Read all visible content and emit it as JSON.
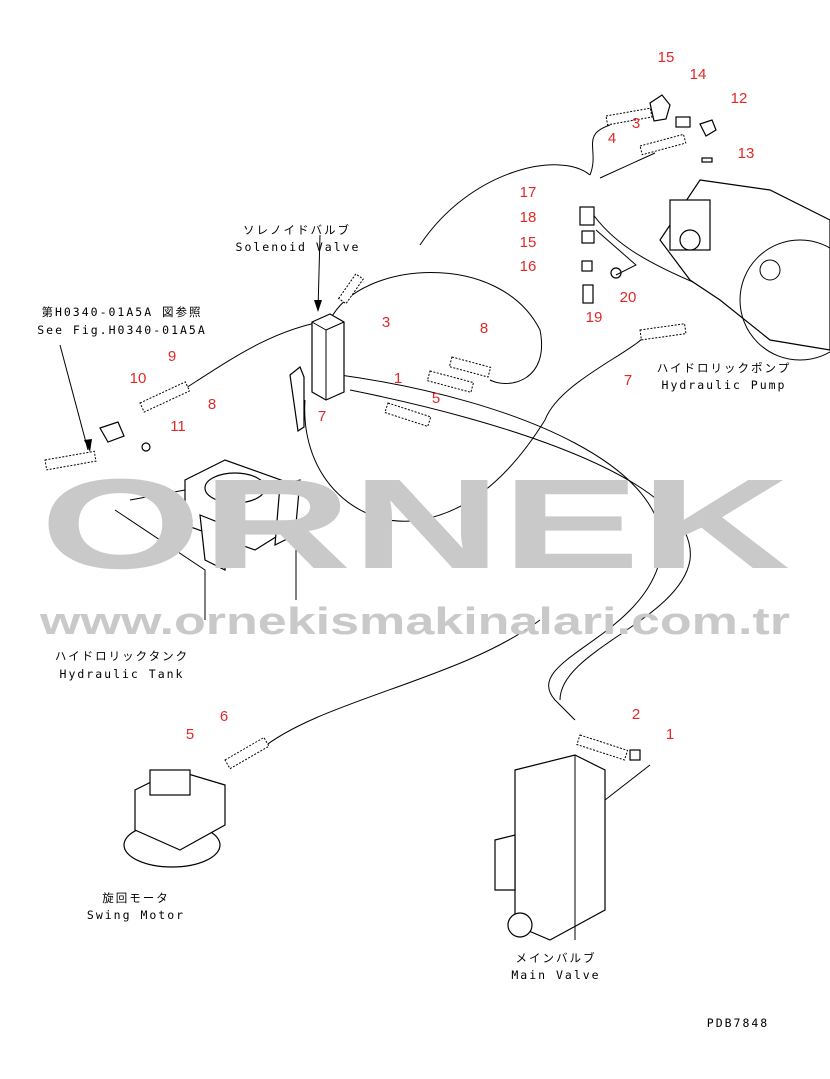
{
  "watermark": {
    "logo": "ORNEK",
    "url": "www.ornekismakinalari.com.tr"
  },
  "labels": {
    "solenoid_jp": "ソレノイドバルブ",
    "solenoid_en": "Solenoid Valve",
    "ref_jp": "第H0340-01A5A 図参照",
    "ref_en": "See Fig.H0340-01A5A",
    "pump_jp": "ハイドロリックポンプ",
    "pump_en": "Hydraulic Pump",
    "tank_jp": "ハイドロリックタンク",
    "tank_en": "Hydraulic Tank",
    "swing_jp": "旋回モータ",
    "swing_en": "Swing Motor",
    "main_jp": "メインバルブ",
    "main_en": "Main Valve",
    "figure_id": "PDB7848"
  },
  "callouts": [
    "15",
    "14",
    "12",
    "3",
    "4",
    "13",
    "17",
    "18",
    "15",
    "16",
    "20",
    "19",
    "3",
    "8",
    "1",
    "7",
    "9",
    "10",
    "8",
    "5",
    "11",
    "7",
    "6",
    "5",
    "2",
    "1"
  ],
  "colors": {
    "callout": "#e02828",
    "watermark": "#c9c9c9"
  }
}
